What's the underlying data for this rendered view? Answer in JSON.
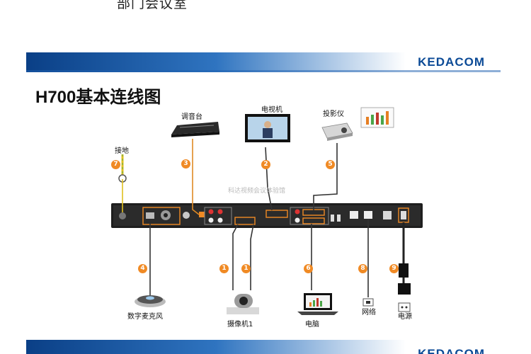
{
  "caption": "部门会议室",
  "brand": "KEDACOM",
  "title": "H700基本连线图",
  "watermark": "科达视频会议体验馆",
  "devices": {
    "ground": "接地",
    "mixer": "调音台",
    "tv": "电视机",
    "projector": "投影仪",
    "mic": "数字麦克风",
    "camera": "摄像机1",
    "pc": "电脑",
    "network": "网络",
    "power": "电源"
  },
  "badges": {
    "ground": "7",
    "mixer": "3",
    "tv": "2",
    "projector": "5",
    "mic": "4",
    "cam_a": "1",
    "cam_b": "1",
    "pc": "6",
    "network": "8",
    "power": "9"
  },
  "colors": {
    "accent": "#f08a24",
    "brand": "#0b4a96",
    "device": "#1e1e1e"
  }
}
